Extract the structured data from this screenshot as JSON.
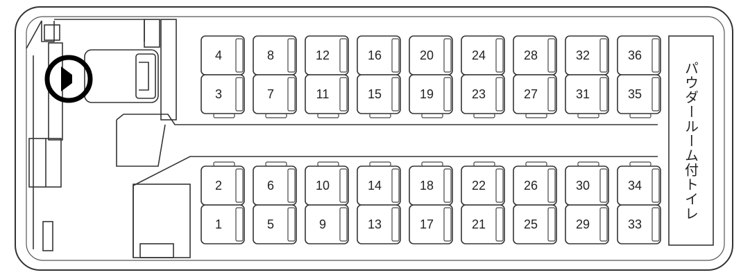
{
  "layout": {
    "seat_columns": [
      {
        "top": [
          "4",
          "3"
        ],
        "bottom": [
          "2",
          "1"
        ]
      },
      {
        "top": [
          "8",
          "7"
        ],
        "bottom": [
          "6",
          "5"
        ]
      },
      {
        "top": [
          "12",
          "11"
        ],
        "bottom": [
          "10",
          "9"
        ]
      },
      {
        "top": [
          "16",
          "15"
        ],
        "bottom": [
          "14",
          "13"
        ]
      },
      {
        "top": [
          "20",
          "19"
        ],
        "bottom": [
          "18",
          "17"
        ]
      },
      {
        "top": [
          "24",
          "23"
        ],
        "bottom": [
          "22",
          "21"
        ]
      },
      {
        "top": [
          "28",
          "27"
        ],
        "bottom": [
          "26",
          "25"
        ]
      },
      {
        "top": [
          "32",
          "31"
        ],
        "bottom": [
          "30",
          "29"
        ]
      },
      {
        "top": [
          "36",
          "35"
        ],
        "bottom": [
          "34",
          "33"
        ]
      }
    ]
  },
  "toilet": {
    "label": "パウダールーム付トイレ"
  },
  "icons": {
    "steering": "steering-wheel-icon"
  },
  "colors": {
    "line": "#333333",
    "background": "#ffffff"
  }
}
